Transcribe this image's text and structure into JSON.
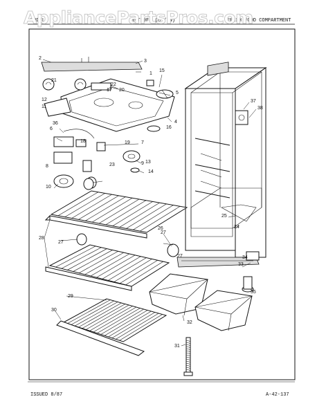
{
  "watermark": "AppliancePartsPros.com",
  "header": {
    "left": "MODELS",
    "middle": "RNT19F4 (B)/(W)",
    "right": "FRESH FOOD COMPARTMENT"
  },
  "footer": {
    "issued": "ISSUED 8/87",
    "code": "A-42-137"
  },
  "callouts": [
    "1",
    "2",
    "3",
    "4",
    "5",
    "6",
    "7",
    "8",
    "9",
    "10",
    "11",
    "12",
    "13",
    "14",
    "15",
    "16",
    "17",
    "18",
    "19",
    "20",
    "21",
    "22",
    "23",
    "24",
    "25",
    "26",
    "27",
    "27",
    "27",
    "28",
    "29",
    "30",
    "31",
    "32",
    "33",
    "34",
    "35",
    "36",
    "37",
    "38"
  ]
}
